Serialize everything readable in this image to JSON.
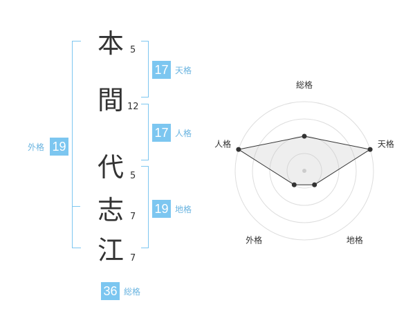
{
  "characters": [
    {
      "char": "本",
      "strokes": "5"
    },
    {
      "char": "間",
      "strokes": "12"
    },
    {
      "char": "代",
      "strokes": "5"
    },
    {
      "char": "志",
      "strokes": "7"
    },
    {
      "char": "江",
      "strokes": "7"
    }
  ],
  "kaku": {
    "tenkaku": {
      "value": "17",
      "label": "天格"
    },
    "jinkaku": {
      "value": "17",
      "label": "人格"
    },
    "chikaku": {
      "value": "19",
      "label": "地格"
    },
    "gaikaku": {
      "value": "19",
      "label": "外格"
    },
    "soukaku": {
      "value": "36",
      "label": "総格"
    }
  },
  "chart_data": {
    "type": "radar",
    "axes": [
      "総格",
      "天格",
      "地格",
      "外格",
      "人格"
    ],
    "values": [
      0.5,
      1.0,
      0.25,
      0.25,
      1.0
    ],
    "max": 1.0,
    "rings": 4
  }
}
